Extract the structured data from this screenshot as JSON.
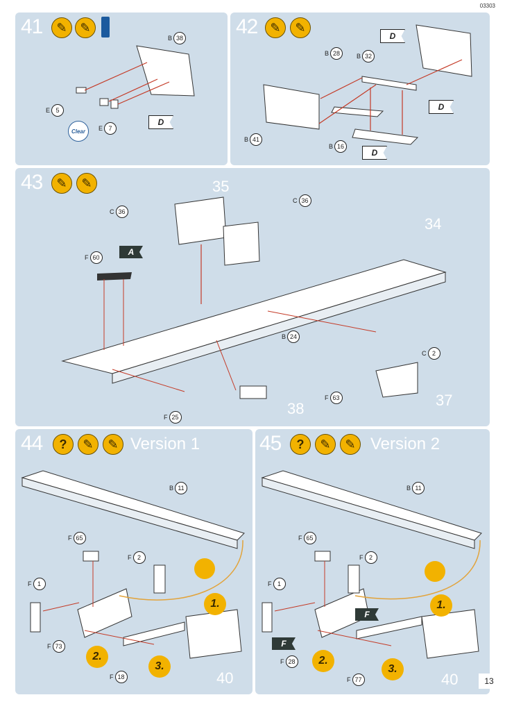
{
  "header": {
    "code": "03303"
  },
  "footer": {
    "page": "13"
  },
  "steps": [
    {
      "number": "41",
      "callouts": [
        {
          "letter": "B",
          "num": "38"
        },
        {
          "letter": "E",
          "num": "5"
        },
        {
          "letter": "E",
          "num": "7"
        }
      ],
      "flag": "D",
      "clear": "Clear"
    },
    {
      "number": "42",
      "callouts": [
        {
          "letter": "B",
          "num": "28"
        },
        {
          "letter": "B",
          "num": "32"
        },
        {
          "letter": "B",
          "num": "41"
        },
        {
          "letter": "B",
          "num": "16"
        }
      ],
      "flags": [
        "D",
        "D",
        "D"
      ]
    },
    {
      "number": "43",
      "big_labels": [
        "35",
        "34",
        "37",
        "38"
      ],
      "callouts": [
        {
          "letter": "C",
          "num": "36"
        },
        {
          "letter": "C",
          "num": "36"
        },
        {
          "letter": "F",
          "num": "60"
        },
        {
          "letter": "B",
          "num": "24"
        },
        {
          "letter": "C",
          "num": "2"
        },
        {
          "letter": "F",
          "num": "63"
        },
        {
          "letter": "F",
          "num": "25"
        }
      ],
      "flag": "A"
    },
    {
      "number": "44",
      "version": "Version 1",
      "icon_q": "?",
      "callouts": [
        {
          "letter": "B",
          "num": "11"
        },
        {
          "letter": "F",
          "num": "65"
        },
        {
          "letter": "F",
          "num": "2"
        },
        {
          "letter": "F",
          "num": "1"
        },
        {
          "letter": "F",
          "num": "73"
        },
        {
          "letter": "F",
          "num": "18"
        }
      ],
      "order": [
        "1.",
        "2.",
        "3."
      ],
      "big_label": "40"
    },
    {
      "number": "45",
      "version": "Version 2",
      "icon_q": "?",
      "callouts": [
        {
          "letter": "B",
          "num": "11"
        },
        {
          "letter": "F",
          "num": "65"
        },
        {
          "letter": "F",
          "num": "2"
        },
        {
          "letter": "F",
          "num": "1"
        },
        {
          "letter": "F",
          "num": "28"
        },
        {
          "letter": "F",
          "num": "77"
        }
      ],
      "flags": [
        "F",
        "F"
      ],
      "order": [
        "1.",
        "2.",
        "3."
      ],
      "big_label": "40"
    }
  ],
  "colors": {
    "panel": "#cfdde9",
    "accent": "#f2b200",
    "arrow": "#c43a26",
    "line": "#e2a33a"
  }
}
